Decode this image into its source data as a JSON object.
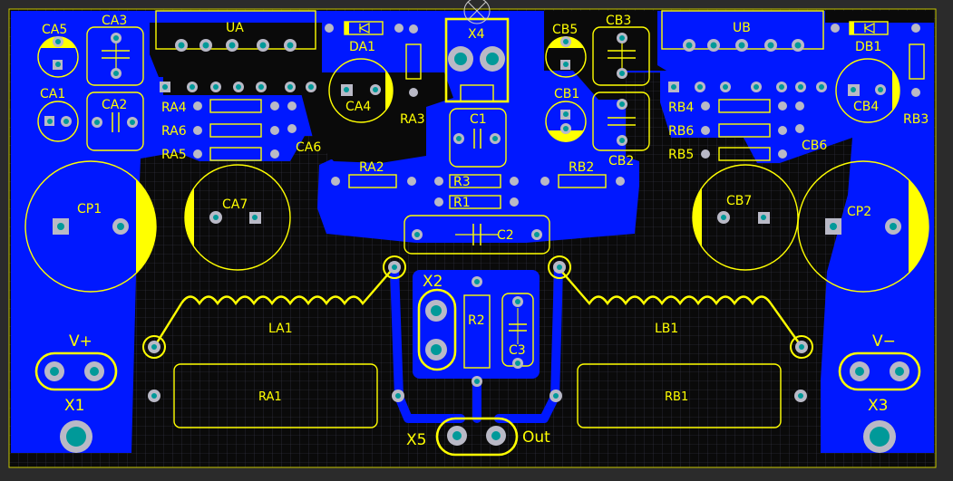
{
  "colors": {
    "background": "#2b2b2b",
    "board": "#0a0a0a",
    "copper": "#0018ff",
    "silkscreen": "#ffff00",
    "pad": "#b9b9c6",
    "hole": "#009999",
    "grid": "#3a3a4a"
  },
  "labels": {
    "CA5": "CA5",
    "CA3": "CA3",
    "UA": "UA",
    "DA1": "DA1",
    "X4": "X4",
    "CB5": "CB5",
    "CB3": "CB3",
    "UB": "UB",
    "DB1": "DB1",
    "CA1": "CA1",
    "CA2": "CA2",
    "CA4": "CA4",
    "RA3": "RA3",
    "C1": "C1",
    "CB1": "CB1",
    "CB2": "CB2",
    "CB4": "CB4",
    "RB3": "RB3",
    "RA4": "RA4",
    "RA6": "RA6",
    "RA5": "RA5",
    "CA6": "CA6",
    "RB4": "RB4",
    "RB6": "RB6",
    "RB5": "RB5",
    "CB6": "CB6",
    "CP1": "CP1",
    "CA7": "CA7",
    "RA2": "RA2",
    "R3": "R3",
    "R1": "R1",
    "RB2": "RB2",
    "CB7": "CB7",
    "CP2": "CP2",
    "C2": "C2",
    "X2": "X2",
    "R2": "R2",
    "C3": "C3",
    "LA1": "LA1",
    "LB1": "LB1",
    "Vplus": "V+",
    "Vminus": "V−",
    "X1": "X1",
    "X3": "X3",
    "RA1": "RA1",
    "RB1": "RB1",
    "X5": "X5",
    "Out": "Out"
  }
}
